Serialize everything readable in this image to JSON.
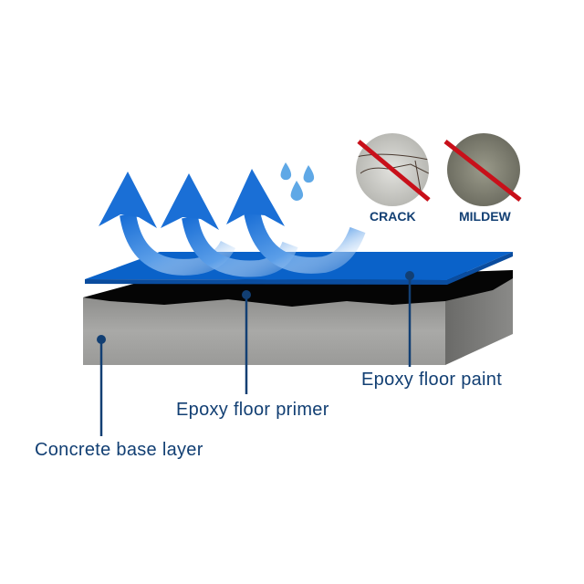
{
  "badges": [
    {
      "label": "CRACK",
      "icon": "crack-no-icon"
    },
    {
      "label": "MILDEW",
      "icon": "mildew-no-icon"
    }
  ],
  "layers": {
    "paint": "Epoxy floor paint",
    "primer": "Epoxy floor primer",
    "concrete": "Concrete base layer"
  },
  "colors": {
    "label": "#123f73",
    "paint": "#0a62c9",
    "prohibit": "#c8101a"
  }
}
